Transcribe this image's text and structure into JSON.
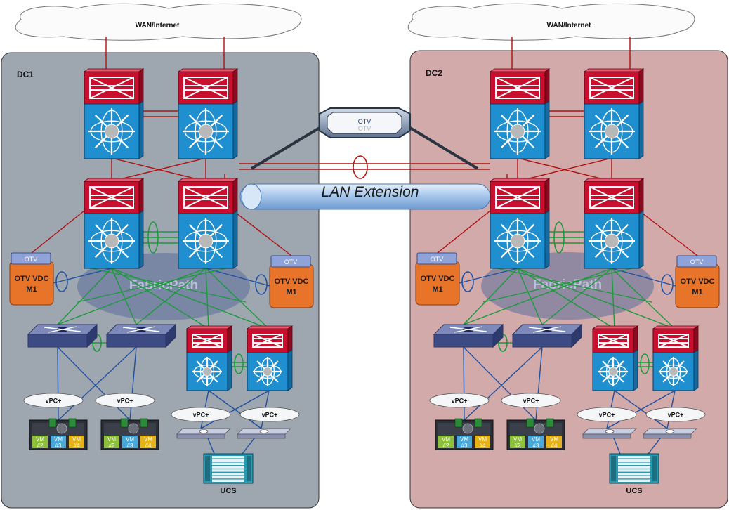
{
  "clouds": [
    {
      "label": "WAN/Internet"
    },
    {
      "label": "WAN/Internet"
    }
  ],
  "datacenters": [
    {
      "name": "DC1",
      "fabric_label": "FabricPath",
      "otv_vdc": [
        {
          "tag": "OTV",
          "line1": "OTV VDC",
          "line2": "M1"
        },
        {
          "tag": "OTV",
          "line1": "OTV VDC",
          "line2": "M1"
        }
      ],
      "vpc_labels": [
        "vPC+",
        "vPC+",
        "vPC+",
        "vPC+"
      ],
      "vm_labels": [
        "VM #2",
        "VM #3",
        "VM #4",
        "VM #2",
        "VM #3",
        "VM #4"
      ],
      "ucs_label": "UCS"
    },
    {
      "name": "DC2",
      "fabric_label": "FabricPath",
      "otv_vdc": [
        {
          "tag": "OTV",
          "line1": "OTV VDC",
          "line2": "M1"
        },
        {
          "tag": "OTV",
          "line1": "OTV VDC",
          "line2": "M1"
        }
      ],
      "vpc_labels": [
        "vPC+",
        "vPC+",
        "vPC+",
        "vPC+"
      ],
      "vm_labels": [
        "VM #2",
        "VM #3",
        "VM #4",
        "VM #2",
        "VM #3",
        "VM #4"
      ],
      "ucs_label": "UCS"
    }
  ],
  "otv_ring": {
    "label": "OTV",
    "label_shadow": "OTV"
  },
  "lan_extension": {
    "label": "LAN Extension"
  },
  "colors": {
    "dc1_bg": "#9ea6b0",
    "dc2_bg": "#d2aaaa",
    "router_red": "#c8102e",
    "switch_blue": "#1f8fcf",
    "otv_orange": "#e8742a",
    "link_red": "#b01010",
    "link_blue": "#2050a0",
    "link_green": "#1a9a3a",
    "fabric_fill": "#5b6b9a"
  }
}
